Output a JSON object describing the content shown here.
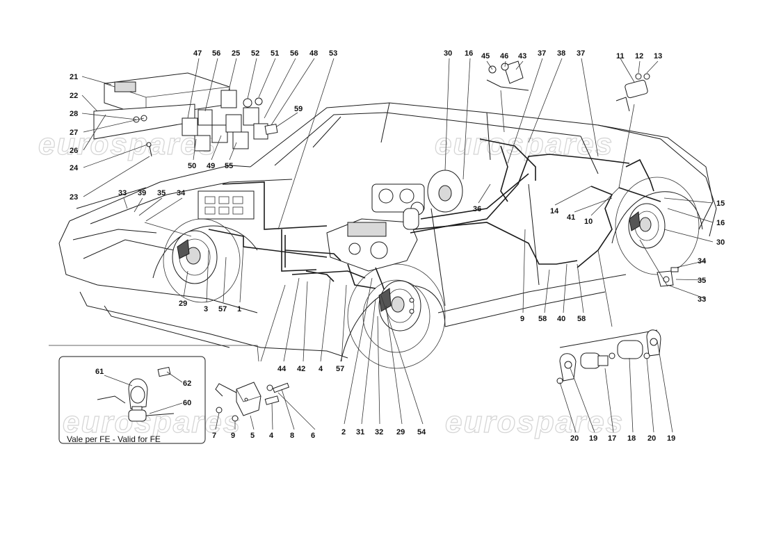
{
  "watermark": "eurospares",
  "fe_box_caption": "Vale per FE - Valid for FE",
  "callouts": {
    "c21": "21",
    "c22": "22",
    "c28": "28",
    "c27": "27",
    "c26": "26",
    "c24": "24",
    "c23": "23",
    "c47": "47",
    "c56a": "56",
    "c25": "25",
    "c52": "52",
    "c51": "51",
    "c56b": "56",
    "c48": "48",
    "c53": "53",
    "c59": "59",
    "c50": "50",
    "c49": "49",
    "c55": "55",
    "c33a": "33",
    "c39": "39",
    "c35a": "35",
    "c34a": "34",
    "c29a": "29",
    "c3": "3",
    "c57a": "57",
    "c1": "1",
    "c44": "44",
    "c42": "42",
    "c4a": "4",
    "c57b": "57",
    "c2": "2",
    "c31": "31",
    "c32": "32",
    "c29b": "29",
    "c54": "54",
    "c30a": "30",
    "c16a": "16",
    "c45": "45",
    "c46": "46",
    "c43": "43",
    "c37a": "37",
    "c38": "38",
    "c37b": "37",
    "c11": "11",
    "c12": "12",
    "c13": "13",
    "c36": "36",
    "c14": "14",
    "c41": "41",
    "c10": "10",
    "c15": "15",
    "c16b": "16",
    "c30b": "30",
    "c34b": "34",
    "c35b": "35",
    "c33b": "33",
    "c9a": "9",
    "c58a": "58",
    "c40": "40",
    "c58b": "58",
    "c20a": "20",
    "c19a": "19",
    "c17": "17",
    "c18": "18",
    "c20b": "20",
    "c19b": "19",
    "c61": "61",
    "c62": "62",
    "c60": "60",
    "c7": "7",
    "c9b": "9",
    "c5": "5",
    "c4b": "4",
    "c8": "8",
    "c6": "6"
  }
}
